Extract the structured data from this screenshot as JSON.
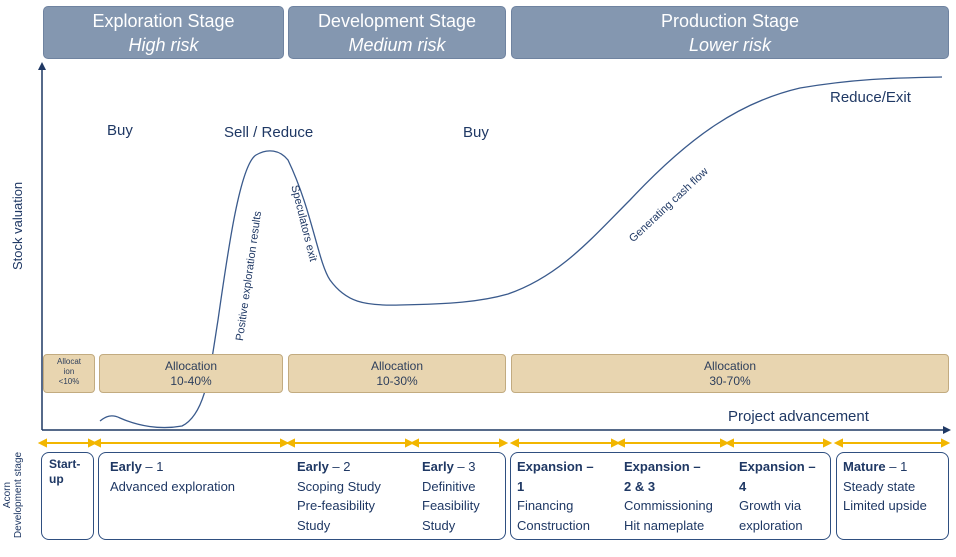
{
  "stages": [
    {
      "title": "Exploration Stage",
      "risk": "High risk"
    },
    {
      "title": "Development Stage",
      "risk": "Medium risk"
    },
    {
      "title": "Production Stage",
      "risk": "Lower risk"
    }
  ],
  "axes": {
    "y_label": "Stock valuation",
    "x_label": "Project advancement"
  },
  "annotations": {
    "buy1": "Buy",
    "sell": "Sell / Reduce",
    "buy2": "Buy",
    "exit": "Reduce/Exit",
    "positive": "Positive exploration results",
    "speculators": "Speculators exit",
    "cashflow": "Generating cash flow"
  },
  "allocations": [
    {
      "line1": "Allocat",
      "line2": "ion",
      "line3": "<10%"
    },
    {
      "line1": "Allocation",
      "line2": "10-40%"
    },
    {
      "line1": "Allocation",
      "line2": "10-30%"
    },
    {
      "line1": "Allocation",
      "line2": "30-70%"
    }
  ],
  "acorn_label": {
    "line1": "Acorn",
    "line2": "Development stage"
  },
  "phases": [
    {
      "bold": "Start-",
      "bold2": "up"
    },
    {
      "bold": "Early",
      "num": " – 1",
      "desc1": "Advanced exploration"
    },
    {
      "bold": "Early",
      "num": " – 2",
      "desc1": "Scoping Study",
      "desc2": "Pre-feasibility",
      "desc3": "Study"
    },
    {
      "bold": "Early",
      "num": " – 3",
      "desc1": "Definitive",
      "desc2": "Feasibility",
      "desc3": "Study"
    },
    {
      "bold": "Expansion –",
      "bold2": "1",
      "desc1": "Financing",
      "desc2": "Construction"
    },
    {
      "bold": "Expansion –",
      "bold2": "2 & 3",
      "desc1": "Commissioning",
      "desc2": "Hit nameplate"
    },
    {
      "bold": "Expansion –",
      "bold2": "4",
      "desc1": "Growth via",
      "desc2": "exploration"
    },
    {
      "bold": "Mature",
      "num": " – 1",
      "desc1": "Steady state",
      "desc2": "Limited upside"
    }
  ],
  "colors": {
    "stage_fill": "#8497b0",
    "alloc_fill": "#e8d5b0",
    "arrow_gold": "#f2b600",
    "navy": "#1f3864"
  }
}
